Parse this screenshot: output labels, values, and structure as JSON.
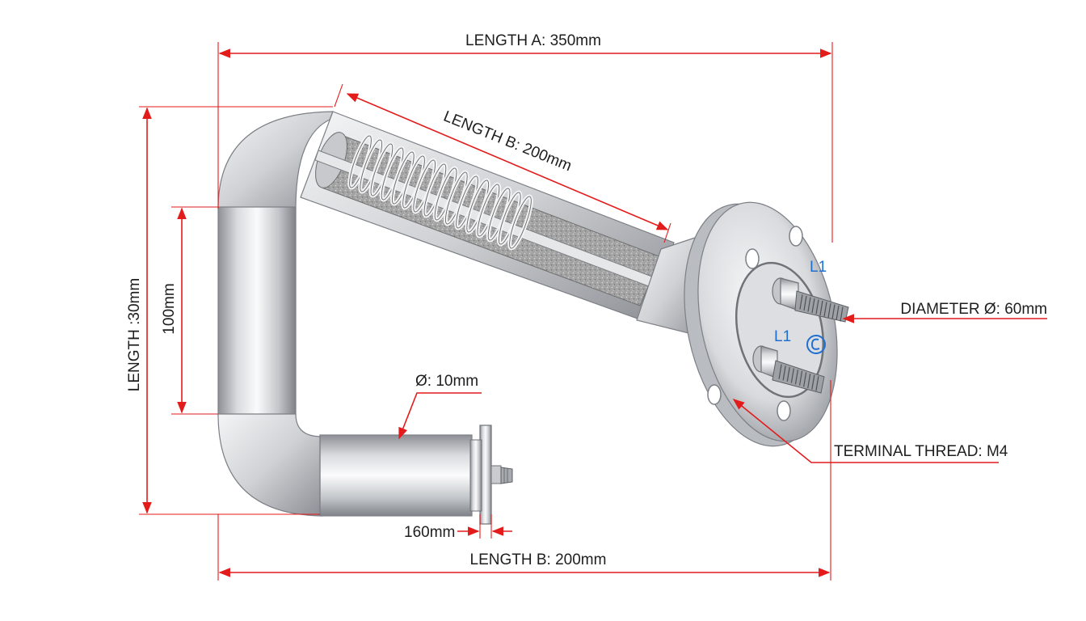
{
  "colors": {
    "dimension": "#e31b1b",
    "terminal_label": "#1f6fd1",
    "metal_light": "#f2f3f5",
    "metal_dark": "#8f9399",
    "filler": "#9a9a9a"
  },
  "dimensions": {
    "length_a": "LENGTH A: 350mm",
    "length_b_top": "LENGTH B: 200mm",
    "length_b_bottom": "LENGTH B: 200mm",
    "length_vertical": "LENGTH :30mm",
    "height_inner": "100mm",
    "tube_diameter": "Ø: 10mm",
    "end_offset": "160mm",
    "flange_diameter": "DIAMETER Ø: 60mm",
    "terminal_thread": "TERMINAL THREAD: M4"
  },
  "terminals": {
    "upper": "L1",
    "lower": "L1"
  },
  "icons": {
    "terminal_marker": "circle-symbol-icon"
  }
}
